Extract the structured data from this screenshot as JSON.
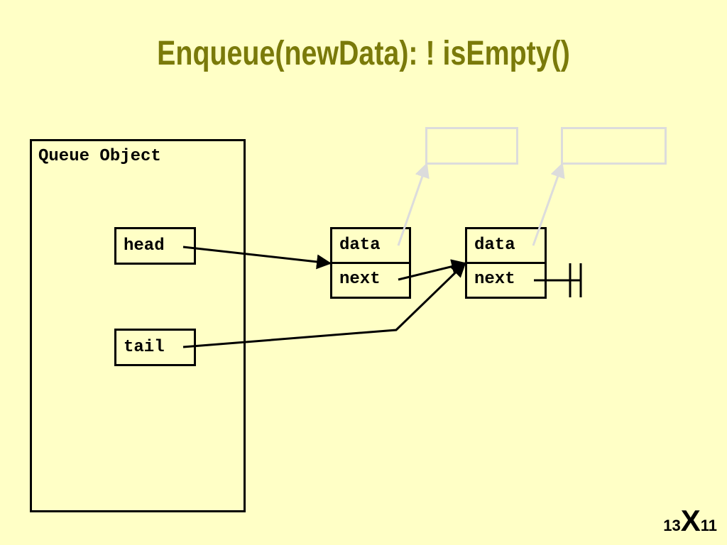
{
  "slide": {
    "title": "Enqueue(newData): ! isEmpty()"
  },
  "queue_object": {
    "label": "Queue Object",
    "head_label": "head",
    "tail_label": "tail"
  },
  "nodes": [
    {
      "data_label": "data",
      "next_label": "next"
    },
    {
      "data_label": "data",
      "next_label": "next"
    }
  ],
  "footer": {
    "left_number": "13",
    "separator": "X",
    "right_number": "11"
  },
  "colors": {
    "background": "#ffffc6",
    "title": "#7a7a0a",
    "ghost_box": "#dcdcdc"
  }
}
